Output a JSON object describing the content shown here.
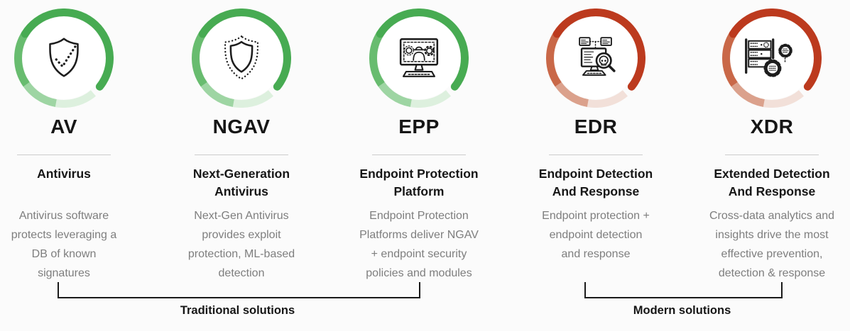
{
  "colors": {
    "green": "#47ab52",
    "green_mid": "#68bc6f",
    "green_light": "#9ed5a3",
    "green_faint": "#ddf0de",
    "red": "#bc3a1e",
    "red_mid": "#c96848",
    "red_light": "#dba18c",
    "red_faint": "#f2e0d9",
    "heading": "#161616",
    "description": "#7e7e7e",
    "divider": "#cccccc",
    "bracket": "#1a1a1a"
  },
  "columns": [
    {
      "acronym": "AV",
      "title": "Antivirus",
      "description": "Antivirus software\nprotects leveraging a\nDB of known\nsignatures",
      "theme": "green",
      "icon": "shield-check-icon"
    },
    {
      "acronym": "NGAV",
      "title": "Next-Generation\nAntivirus",
      "description": "Next-Gen Antivirus\nprovides exploit\nprotection, ML-based\ndetection",
      "theme": "green",
      "icon": "shield-dotted-outline-icon"
    },
    {
      "acronym": "EPP",
      "title": "Endpoint Protection\nPlatform",
      "description": "Endpoint Protection\nPlatforms deliver NGAV\n+ endpoint security\npolicies and modules",
      "theme": "green",
      "icon": "monitor-threats-icon"
    },
    {
      "acronym": "EDR",
      "title": "Endpoint Detection\nAnd Response",
      "description": "Endpoint protection +\nendpoint detection\nand response",
      "theme": "red",
      "icon": "monitor-skull-magnifier-icon"
    },
    {
      "acronym": "XDR",
      "title": "Extended Detection\nAnd Response",
      "description": "Cross-data analytics and\ninsights drive the most\neffective prevention,\ndetection & response",
      "theme": "red",
      "icon": "server-gears-icon"
    }
  ],
  "groups": [
    {
      "label": "Traditional solutions",
      "spans": [
        "AV",
        "NGAV",
        "EPP"
      ]
    },
    {
      "label": "Modern solutions",
      "spans": [
        "EDR",
        "XDR"
      ]
    }
  ]
}
